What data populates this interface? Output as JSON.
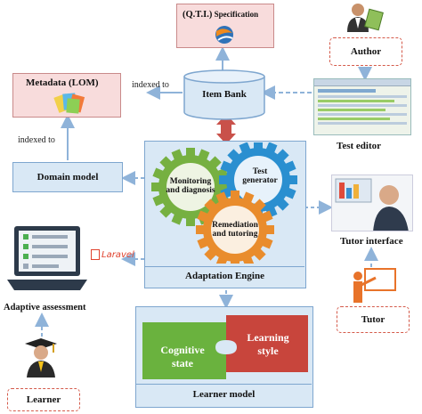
{
  "qti": {
    "label_main": "(Q.T.I.)",
    "label_sub": " Specification"
  },
  "author": {
    "label": "Author"
  },
  "metadata": {
    "label": "Metadata (LOM)"
  },
  "item_bank": {
    "label": "Item Bank"
  },
  "indexed_to_1": "indexed to",
  "indexed_to_2": "indexed to",
  "test_editor": {
    "label": "Test editor"
  },
  "domain_model": {
    "label": "Domain model"
  },
  "gears": {
    "monitoring": "Monitoring and diagnosis",
    "test_generator": "Test generator",
    "remediation": "Remediation and tutoring"
  },
  "adaptation_engine": {
    "label": "Adaptation Engine"
  },
  "tutor_interface": {
    "label": "Tutor interface"
  },
  "tutor": {
    "label": "Tutor"
  },
  "laravel": {
    "label": "Laravel"
  },
  "adaptive_assessment": {
    "label": "Adaptive assessment"
  },
  "learner": {
    "label": "Learner"
  },
  "learner_model": {
    "label": "Learner model",
    "cognitive_state": "Cognitive state",
    "learning_style": "Learning style"
  },
  "colors": {
    "pink_fill": "#f8dcdc",
    "blue_fill": "#d9e8f5",
    "gear_green": "#76b041",
    "gear_blue": "#2a8fd0",
    "gear_orange": "#e98c2c",
    "puzzle_green": "#6ab23e",
    "puzzle_red": "#c8453c"
  }
}
